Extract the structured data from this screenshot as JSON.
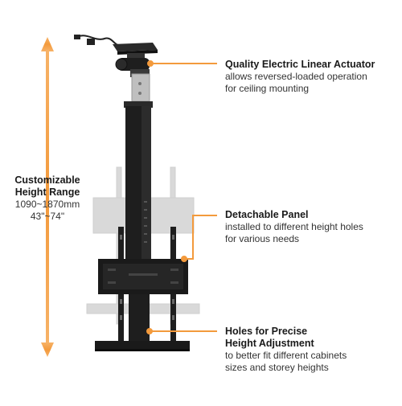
{
  "colors": {
    "accent": "#F5A04A",
    "mount": "#1e1e1e",
    "ghost": "#d6d6d6",
    "text": "#1a1a1a"
  },
  "height_range": {
    "title_line1": "Customizable",
    "title_line2": "Height Range",
    "mm": "1090~1870mm",
    "inch": "43\"~74\""
  },
  "callouts": [
    {
      "title_lines": [
        "Quality Electric Linear Actuator"
      ],
      "desc_lines": [
        "allows reversed-loaded operation",
        "for ceiling mounting"
      ]
    },
    {
      "title_lines": [
        "Detachable Panel"
      ],
      "desc_lines": [
        "installed to different height holes",
        "for various needs"
      ]
    },
    {
      "title_lines": [
        "Holes for Precise",
        "Height Adjustment"
      ],
      "desc_lines": [
        "to better fit different cabinets",
        "sizes and storey heights"
      ]
    }
  ]
}
